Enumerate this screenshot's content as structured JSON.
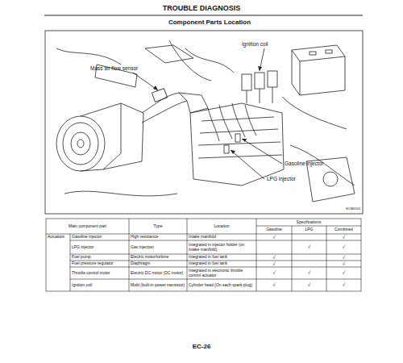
{
  "diagram": {
    "title": "TROUBLE DIAGNOSIS",
    "labels": [
      "Component Parts Location",
      "Ignition coil",
      "Mass air flow sensor",
      "Gasoline injector",
      "LPG injector",
      "ECM0503",
      "Main component part",
      "Type",
      "Location",
      "Specifications",
      "Gasoline",
      "LPG",
      "Combined",
      "Actuators",
      "Gasoline injector",
      "High resistance",
      "Intake manifold",
      "√",
      "√",
      "LPG injector",
      "Gas injection",
      "Integrated in injector holder (on intake manifold)",
      "√",
      "√",
      "Fuel pump",
      "Electric motor/turbine",
      "Integrated in fuel tank",
      "√",
      "√",
      "Fuel pressure regulator",
      "Diaphragm",
      "Integrated in fuel tank",
      "√",
      "√",
      "Throttle control motor",
      "Electric DC motor (DC motor)",
      "Integrated in electronic throttle control actuator",
      "√",
      "√",
      "√",
      "Ignition coil",
      "Mold (built-in power transistor)",
      "Cylinder head (On each spark plug)",
      "√",
      "√",
      "√",
      "EC-26"
    ]
  }
}
